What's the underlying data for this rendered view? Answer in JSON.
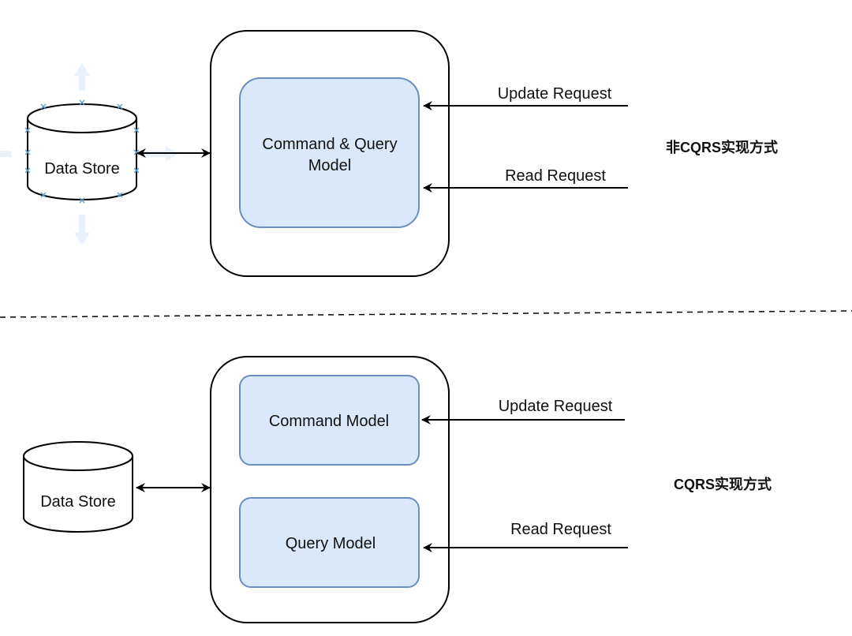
{
  "colors": {
    "model_fill": "#dae8fc",
    "model_stroke": "#6c8ebf",
    "selection_handle": "#5aa0d6",
    "divider": "#000000"
  },
  "top": {
    "data_store_label": "Data Store",
    "model_label_line1": "Command & Query",
    "model_label_line2": "Model",
    "update_request": "Update Request",
    "read_request": "Read Request",
    "caption": "非CQRS实现方式"
  },
  "bottom": {
    "data_store_label": "Data Store",
    "command_model": "Command Model",
    "query_model": "Query Model",
    "update_request": "Update Request",
    "read_request": "Read Request",
    "caption": "CQRS实现方式"
  }
}
